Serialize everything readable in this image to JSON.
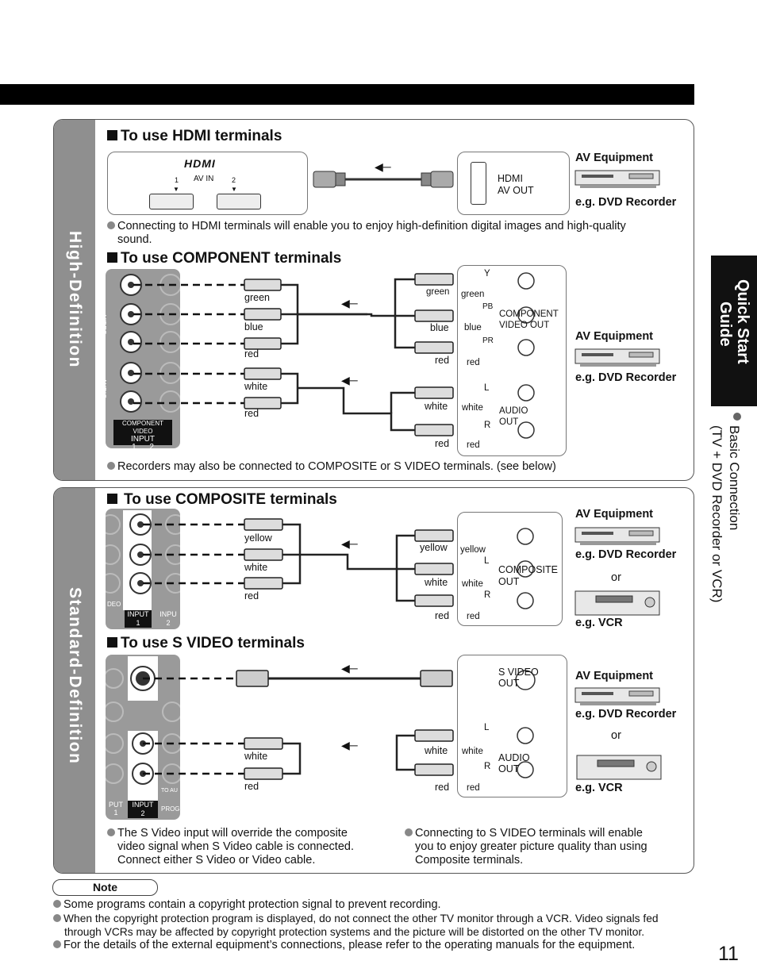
{
  "page_number": "11",
  "side_tab": {
    "line1": "Quick Start",
    "line2": "Guide"
  },
  "side_caption": {
    "line1": "Basic Connection",
    "line2": "(TV + DVD Recorder or VCR)"
  },
  "hd_section": {
    "label": "High-Definition",
    "hdmi": {
      "title": "To use HDMI terminals",
      "logo": "HDMI",
      "port1": "1",
      "port_label": "AV IN",
      "port2": "2",
      "out_label_1": "HDMI",
      "out_label_2": "AV OUT",
      "equipment": "AV Equipment",
      "example": "e.g. DVD Recorder",
      "note_line1": "Connecting to HDMI terminals will enable you to enjoy high-definition digital images and high-quality",
      "note_line2": "sound."
    },
    "component": {
      "title": "To use COMPONENT terminals",
      "cable_green": "green",
      "cable_blue": "blue",
      "cable_red": "red",
      "cable_white": "white",
      "cable_red2": "red",
      "jack_y": "Y",
      "jack_pb": "PB",
      "jack_pr": "PR",
      "jack_l": "L",
      "jack_r": "R",
      "jack_green": "green",
      "jack_blue": "blue",
      "jack_red": "red",
      "jack_white": "white",
      "jack_red2": "red",
      "out_video_1": "COMPONENT",
      "out_video_2": "VIDEO OUT",
      "out_audio_1": "AUDIO",
      "out_audio_2": "OUT",
      "panel_label_1": "COMPONENT VIDEO",
      "panel_label_2": "INPUT",
      "panel_label_3": "1      2",
      "panel_video": "VIDEO",
      "panel_audio": "AUDIO",
      "equipment": "AV Equipment",
      "example": "e.g. DVD Recorder",
      "note": "Recorders may also be connected to COMPOSITE or S VIDEO terminals. (see below)"
    }
  },
  "sd_section": {
    "label": "Standard-Definition",
    "composite": {
      "title": "To use COMPOSITE terminals",
      "cable_yellow": "yellow",
      "cable_white": "white",
      "cable_red": "red",
      "jack_yellow": "yellow",
      "jack_white": "white",
      "jack_red": "red",
      "jack_l": "L",
      "jack_r": "R",
      "out_1": "COMPOSITE",
      "out_2": "OUT",
      "panel_input1": "INPUT",
      "panel_input1_num": "1",
      "panel_input2": "INPU",
      "panel_input2_num": "2",
      "panel_deo": "DEO",
      "equipment": "AV Equipment",
      "example_dvd": "e.g. DVD Recorder",
      "or": "or",
      "example_vcr": "e.g. VCR"
    },
    "svideo": {
      "title": "To use S VIDEO terminals",
      "out_video_1": "S VIDEO",
      "out_video_2": "OUT",
      "out_audio_1": "AUDIO",
      "out_audio_2": "OUT",
      "cable_white": "white",
      "cable_red": "red",
      "jack_white": "white",
      "jack_red": "red",
      "jack_l": "L",
      "jack_r": "R",
      "panel_put": "PUT",
      "panel_put_num": "1",
      "panel_input": "INPUT",
      "panel_input_num": "2",
      "panel_prog": "PROG",
      "panel_toau": "TO AU",
      "equipment": "AV Equipment",
      "example_dvd": "e.g. DVD Recorder",
      "or": "or",
      "example_vcr": "e.g. VCR",
      "note_left": [
        "The S Video input will override the composite",
        "video signal when S Video cable is connected.",
        "Connect either S Video or Video cable."
      ],
      "note_right": [
        "Connecting to S VIDEO terminals will enable",
        "you to enjoy greater picture quality than using",
        "Composite terminals."
      ]
    }
  },
  "note": {
    "label": "Note",
    "items": [
      "Some programs contain a copyright protection signal to prevent recording.",
      "When the copyright protection program is displayed, do not connect the other TV monitor through a VCR. Video signals fed",
      "through VCRs may be affected by copyright protection systems and the picture will be distorted on the other TV monitor.",
      "For the details of the external equipment’s connections, please refer to the operating manuals for the equipment."
    ]
  }
}
